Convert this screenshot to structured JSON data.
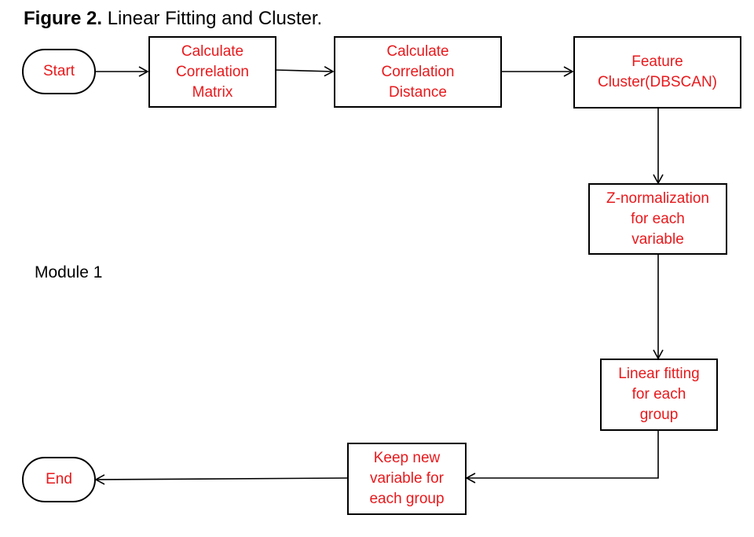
{
  "figure": {
    "label": "Figure 2.",
    "title": " Linear Fitting and Cluster."
  },
  "module_label": "Module 1",
  "nodes": {
    "start": "Start",
    "corr_matrix": "Calculate\nCorrelation\nMatrix",
    "corr_distance": "Calculate\nCorrelation\nDistance",
    "feature_cluster": "Feature\nCluster(DBSCAN)",
    "z_normalization": "Z-normalization\nfor each\nvariable",
    "linear_fitting": "Linear fitting\nfor each\ngroup",
    "keep_variable": "Keep new\nvariable for\neach group",
    "end": "End"
  },
  "colors": {
    "node_text": "#e8191c",
    "border": "#000000",
    "arrow": "#000000"
  }
}
